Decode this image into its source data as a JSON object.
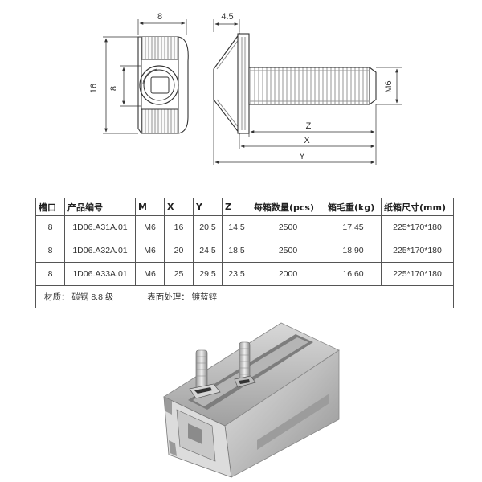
{
  "drawing": {
    "dim_width": "8",
    "dim_height": "16",
    "dim_slot": "8",
    "dim_head": "4.5",
    "dim_thread": "M6",
    "dim_z": "Z",
    "dim_x": "X",
    "dim_y": "Y"
  },
  "table": {
    "headers": [
      "槽口",
      "产品编号",
      "M",
      "X",
      "Y",
      "Z",
      "每箱数量(pcs)",
      "箱毛重(kg)",
      "纸箱尺寸(mm)"
    ],
    "rows": [
      [
        "8",
        "1D06.A31A.01",
        "M6",
        "16",
        "20.5",
        "14.5",
        "2500",
        "17.45",
        "225*170*180"
      ],
      [
        "8",
        "1D06.A32A.01",
        "M6",
        "20",
        "24.5",
        "18.5",
        "2500",
        "18.90",
        "225*170*180"
      ],
      [
        "8",
        "1D06.A33A.01",
        "M6",
        "25",
        "29.5",
        "23.5",
        "2000",
        "16.60",
        "225*170*180"
      ]
    ],
    "material": "材质： 碳钢 8.8 级",
    "surface": "表面处理： 镀蓝锌"
  }
}
